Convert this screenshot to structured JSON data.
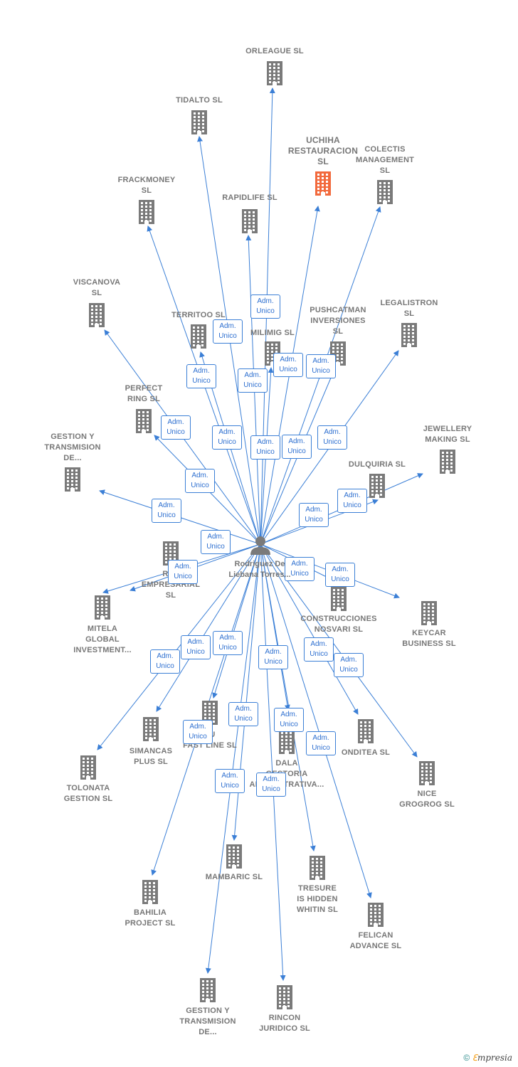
{
  "center": {
    "name": "Rodriguez\nDe Liebana\nTorres..."
  },
  "colors": {
    "edge": "#3b7fd6",
    "building": "#7a7a7a",
    "highlight": "#f26a3d"
  },
  "nodes": [
    {
      "label": "ORLEAGUE  SL"
    },
    {
      "label": "TIDALTO  SL"
    },
    {
      "label": "UCHIHA\nRESTAURACION\nSL",
      "highlight": true
    },
    {
      "label": "COLECTIS\nMANAGEMENT\nSL"
    },
    {
      "label": "FRACKMONEY\nSL"
    },
    {
      "label": "RAPIDLIFE  SL"
    },
    {
      "label": "VISCANOVA\nSL"
    },
    {
      "label": "TERRITOO  SL"
    },
    {
      "label": "MILIMIG  SL"
    },
    {
      "label": "PUSHCATMAN\nINVERSIONES\nSL"
    },
    {
      "label": "LEGALISTRON\nSL"
    },
    {
      "label": "PERFECT\nRING  SL"
    },
    {
      "label": "JEWELLERY\nMAKING  SL"
    },
    {
      "label": "GESTION Y\nTRANSMISION\nDE..."
    },
    {
      "label": "DULQUIRIA  SL"
    },
    {
      "label": "REP\nEMPRESARIAL\nSL"
    },
    {
      "label": "CONSTRUCCIONES\nNOSVARI SL"
    },
    {
      "label": "KEYCAR\nBUSINESS  SL"
    },
    {
      "label": "MITELA\nGLOBAL\nINVESTMENT..."
    },
    {
      "label": "LU\nFAST LINE  SL"
    },
    {
      "label": "SIMANCAS\nPLUS  SL"
    },
    {
      "label": "DALA\nGESTORIA\nADMINISTRATIVA..."
    },
    {
      "label": "ONDITEA  SL"
    },
    {
      "label": "TOLONATA\nGESTION  SL"
    },
    {
      "label": "NICE\nGROGROG  SL"
    },
    {
      "label": "MAMBARIC  SL"
    },
    {
      "label": "TRESURE\nIS HIDDEN\nWHITIN  SL"
    },
    {
      "label": "BAHILIA\nPROJECT  SL"
    },
    {
      "label": "FELICAN\nADVANCE  SL"
    },
    {
      "label": "GESTION Y\nTRANSMISION\nDE..."
    },
    {
      "label": "RINCON\nJURIDICO SL"
    }
  ],
  "badge": {
    "line1": "Adm.",
    "line2": "Unico"
  },
  "footer": {
    "copyright": "©",
    "brand_e": "ℇ",
    "brand_rest": "mpresia"
  }
}
